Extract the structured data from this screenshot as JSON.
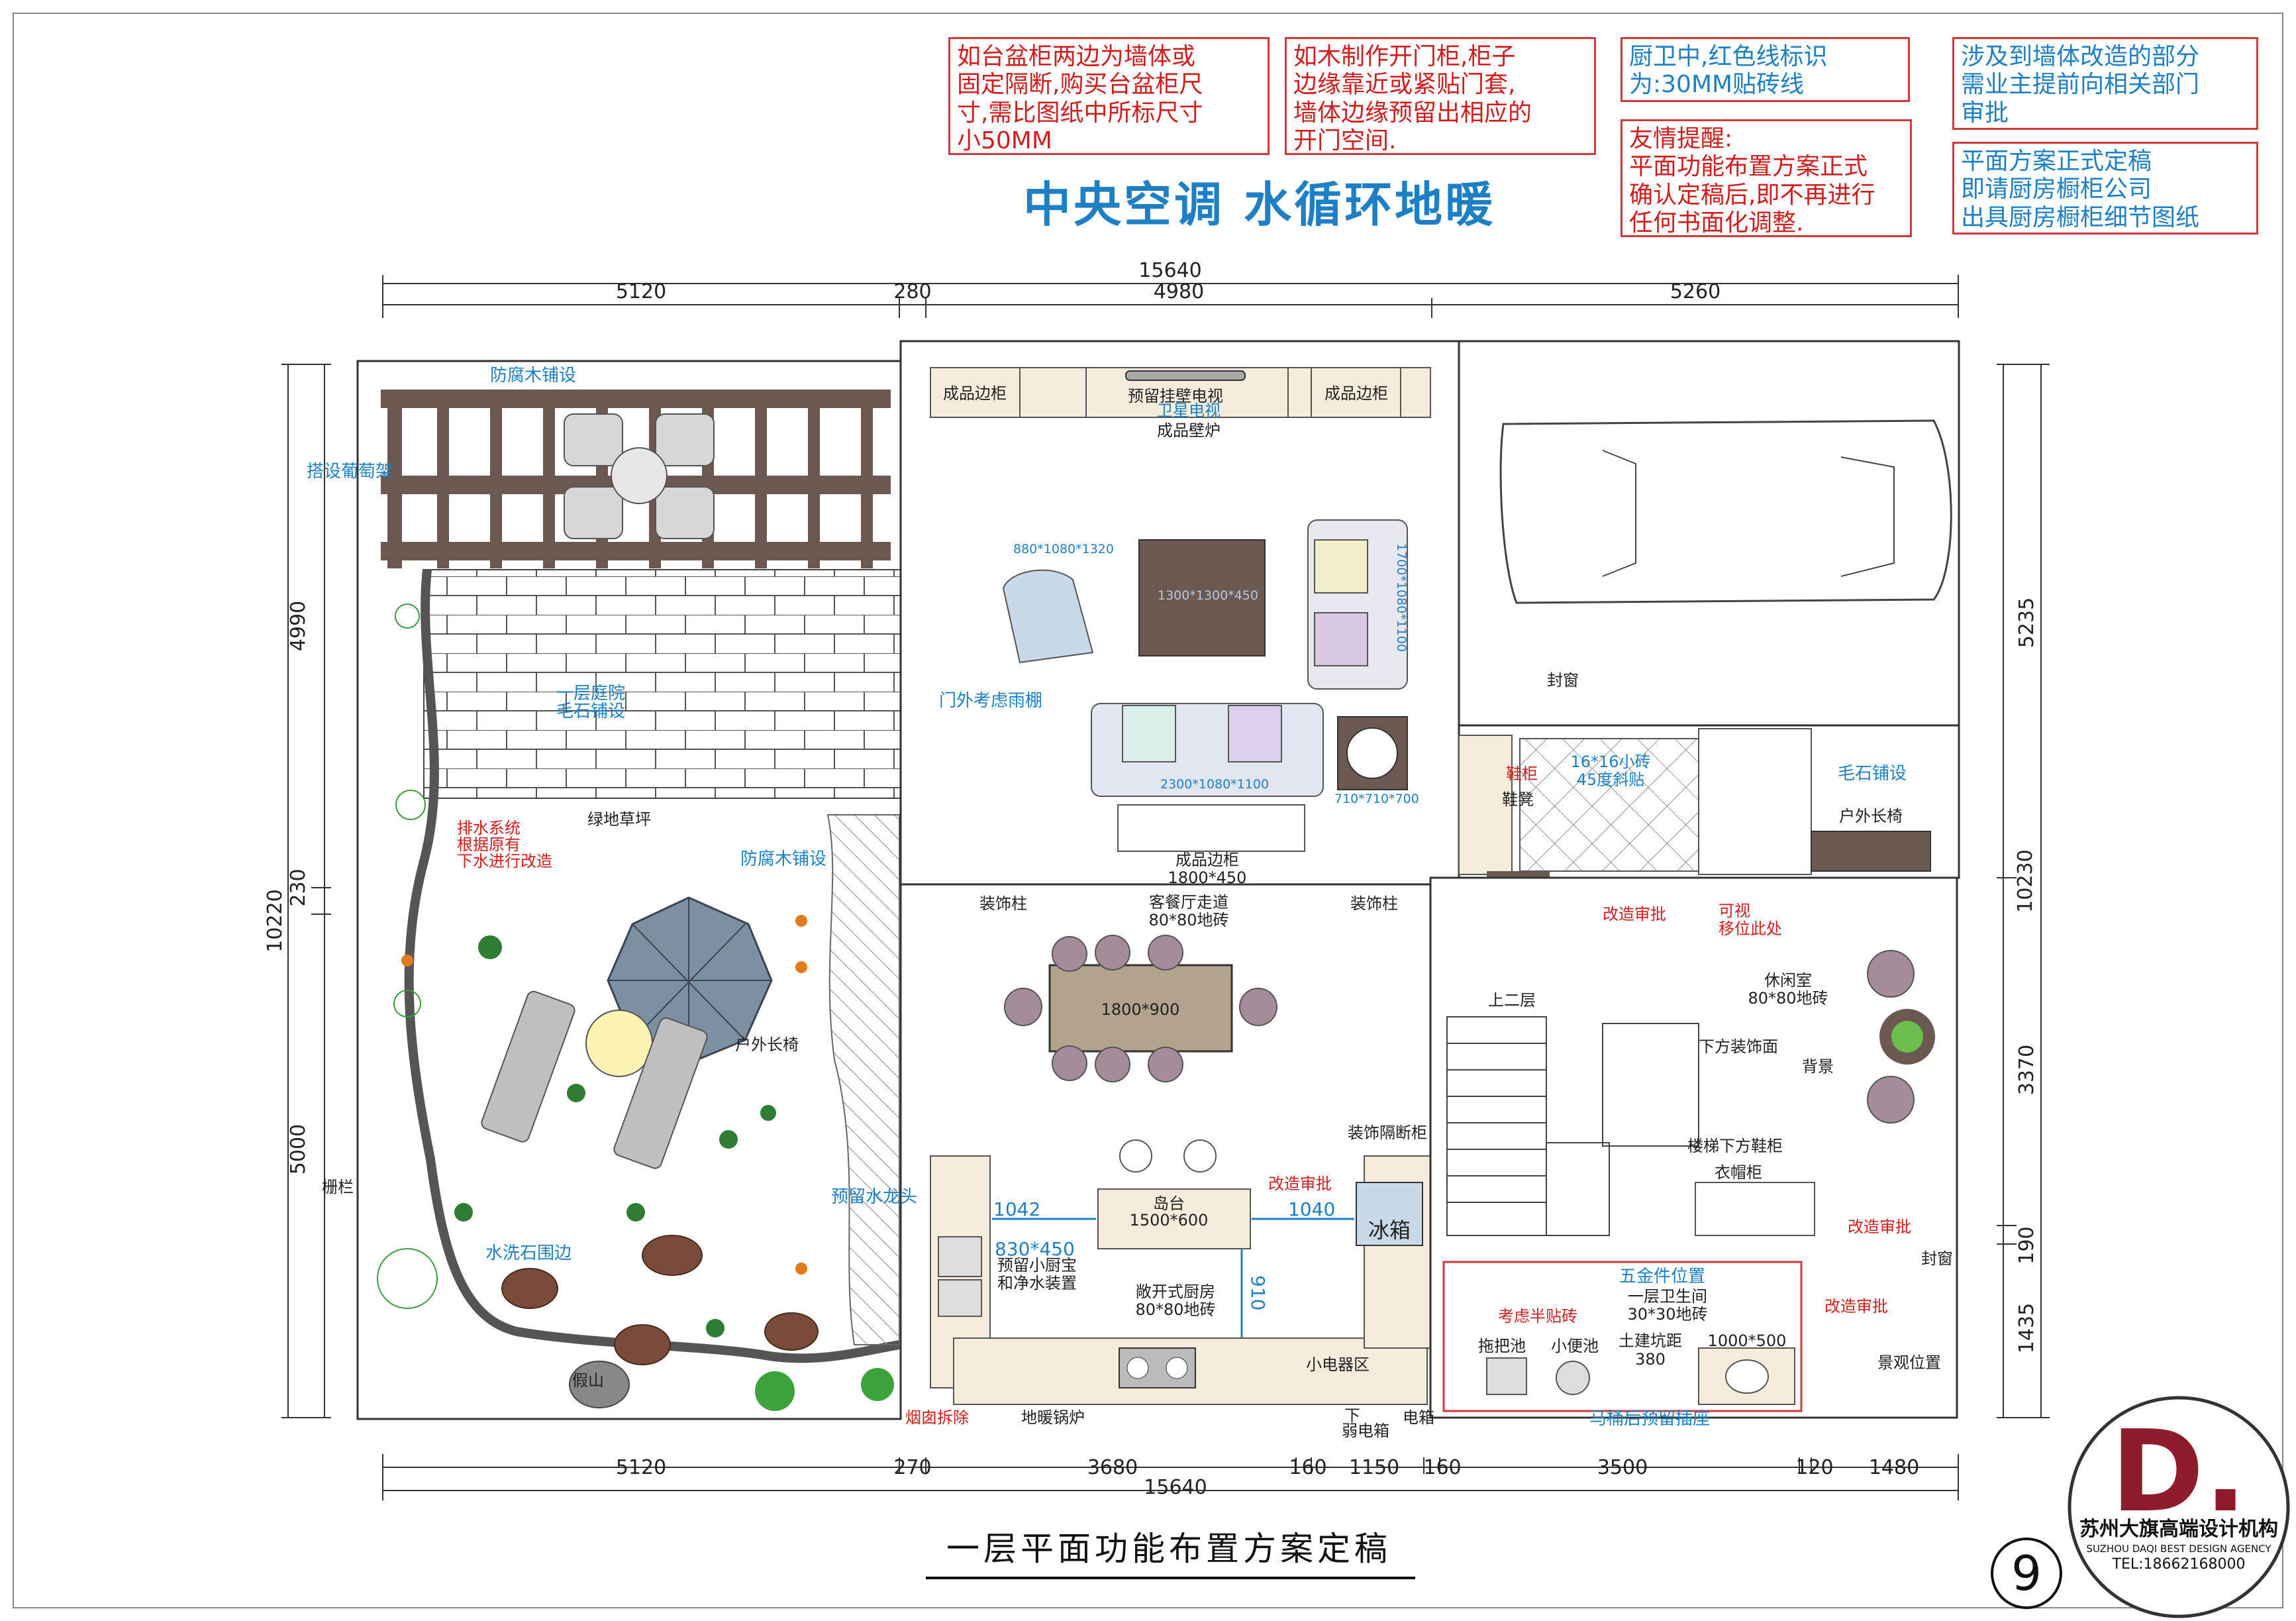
{
  "notes": {
    "basin": "如台盆柜两边为墙体或\n固定隔断,购买台盆柜尺\n寸,需比图纸中所标尺寸\n小50MM",
    "door_cabinet": "如木制作开门柜,柜子\n边缘靠近或紧贴门套,\n墙体边缘预留出相应的\n开门空间.",
    "tile_line": "厨卫中,红色线标识\n为:30MM贴砖线",
    "reminder": "友情提醒:\n平面功能布置方案正式\n确认定稿后,即不再进行\n任何书面化调整.",
    "wall_change": "涉及到墙体改造的部分\n需业主提前向相关部门\n审批",
    "final_plan": "平面方案正式定稿\n即请厨房橱柜公司\n出具厨房橱柜细节图纸"
  },
  "heading": "中央空调  水循环地暖",
  "dimensions": {
    "top_total": "15640",
    "top": [
      "5120",
      "280",
      "4980",
      "5260"
    ],
    "bottom_total": "15640",
    "bottom": [
      "5120",
      "270",
      "3680",
      "160",
      "1150",
      "160",
      "3500",
      "120",
      "1480"
    ],
    "left_total": "10220",
    "left": [
      "4990",
      "230",
      "5000"
    ],
    "right_total": "10230",
    "right": [
      "5235",
      "3370",
      "190",
      "1435"
    ]
  },
  "labels": {
    "anticorrosive_wood_top": "防腐木铺设",
    "grape_trellis": "搭设葡萄架",
    "courtyard": "一层庭院\n毛石铺设",
    "canopy": "门外考虑雨棚",
    "drainage": "排水系统\n根据原有\n下水进行改造",
    "lawn": "绿地草坪",
    "anticorrosive_wood_mid": "防腐木铺设",
    "outdoor_bench_garden": "户外长椅",
    "water_tap": "预留水龙头",
    "fence": "栅栏",
    "pebble_edge": "水洗石围边",
    "rockery": "假山",
    "side_cabinet_l": "成品边柜",
    "side_cabinet_r": "成品边柜",
    "tv": "预留挂壁电视",
    "satellite_tv": "卫星电视",
    "fireplace": "成品壁炉",
    "armchair_size": "880*1080*1320",
    "ottoman_size": "1300*1300*450",
    "loveseat_size": "1700*1080*1100",
    "sofa_size": "2300*1080*1100",
    "side_table_size": "710*710*700",
    "cabinet_bottom": "成品边柜\n1800*450",
    "corridor": "客餐厅走道\n80*80地砖",
    "deco_pillar_l": "装饰柱",
    "deco_pillar_r": "装饰柱",
    "dining_table": "1800*900",
    "island": "岛台\n1500*600",
    "dim_1042": "1042",
    "dim_1040": "1040",
    "dim_830": "830*450",
    "dim_910": "910",
    "small_kitchen": "预留小厨宝\n和净水装置",
    "open_kitchen": "敞开式厨房\n80*80地砖",
    "small_appliance": "小电器区",
    "fridge": "冰箱",
    "chimney": "烟囱拆除",
    "boiler": "地暖锅炉",
    "weak_box": "下\n弱电箱",
    "electric_box": "电箱",
    "partition_cabinet": "装饰隔断柜",
    "change_approve_1": "改造审批",
    "closed_window_top": "封窗",
    "shoe_cabinet": "鞋柜",
    "tile_16": "16*16小砖\n45度斜贴",
    "stone_paving": "毛石铺设",
    "outdoor_bench_right": "户外长椅",
    "shoe_stool": "鞋凳",
    "change_approve_2": "改造审批",
    "visible_move": "可视\n移位此处",
    "upstairs": "上二层",
    "under_deco": "下方装饰面",
    "leisure": "休闲室\n80*80地砖",
    "background": "背景",
    "stair_shoe": "楼梯下方鞋柜",
    "coat_cabinet": "衣帽柜",
    "change_approve_3": "改造审批",
    "closed_window_bottom": "封窗",
    "hardware": "五金件位置",
    "half_tile": "考虑半贴砖",
    "bathroom": "一层卫生间\n30*30地砖",
    "mop_pool": "拖把池",
    "urinal": "小便池",
    "pit": "土建坑距\n380",
    "basin_size": "1000*500",
    "change_approve_4": "改造审批",
    "landscape": "景观位置",
    "toilet_socket": "马桶后预留插座"
  },
  "title": "一层平面功能布置方案定稿",
  "page_number": "9",
  "logo": {
    "mark": "D.",
    "name_cn": "苏州大旗高端设计机构",
    "name_en": "SUZHOU DAQI BEST DESIGN AGENCY",
    "tel": "TEL:18662168000"
  },
  "colors": {
    "note_red": "#d01e1e",
    "note_blue": "#1f7fc4",
    "pergola": "#6b5850",
    "logo": "#8e1c2c",
    "furniture_purple": "#a58c9a",
    "furniture_blue": "#c9d9e8"
  }
}
